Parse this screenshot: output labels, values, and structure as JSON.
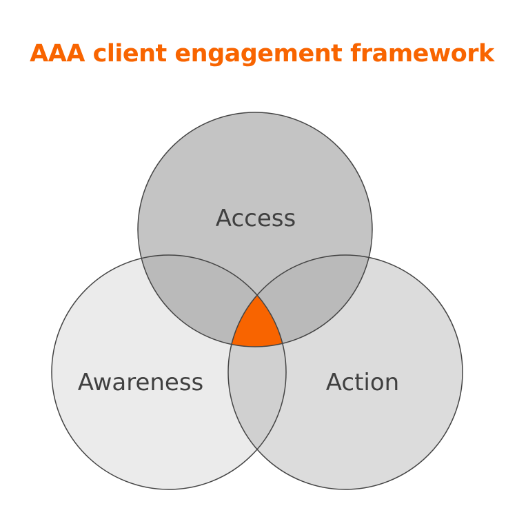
{
  "title": "AAA client engagement framework",
  "circles": {
    "access": {
      "label": "Access",
      "color": "#c4c4c4"
    },
    "awareness": {
      "label": "Awareness",
      "color": "#ebebeb"
    },
    "action": {
      "label": "Action",
      "color": "#dcdcdc"
    }
  },
  "overlaps": {
    "access_awareness": "#bababa",
    "access_action": "#bababa",
    "awareness_action": "#d0d0d0",
    "all_three": "#f86400"
  }
}
